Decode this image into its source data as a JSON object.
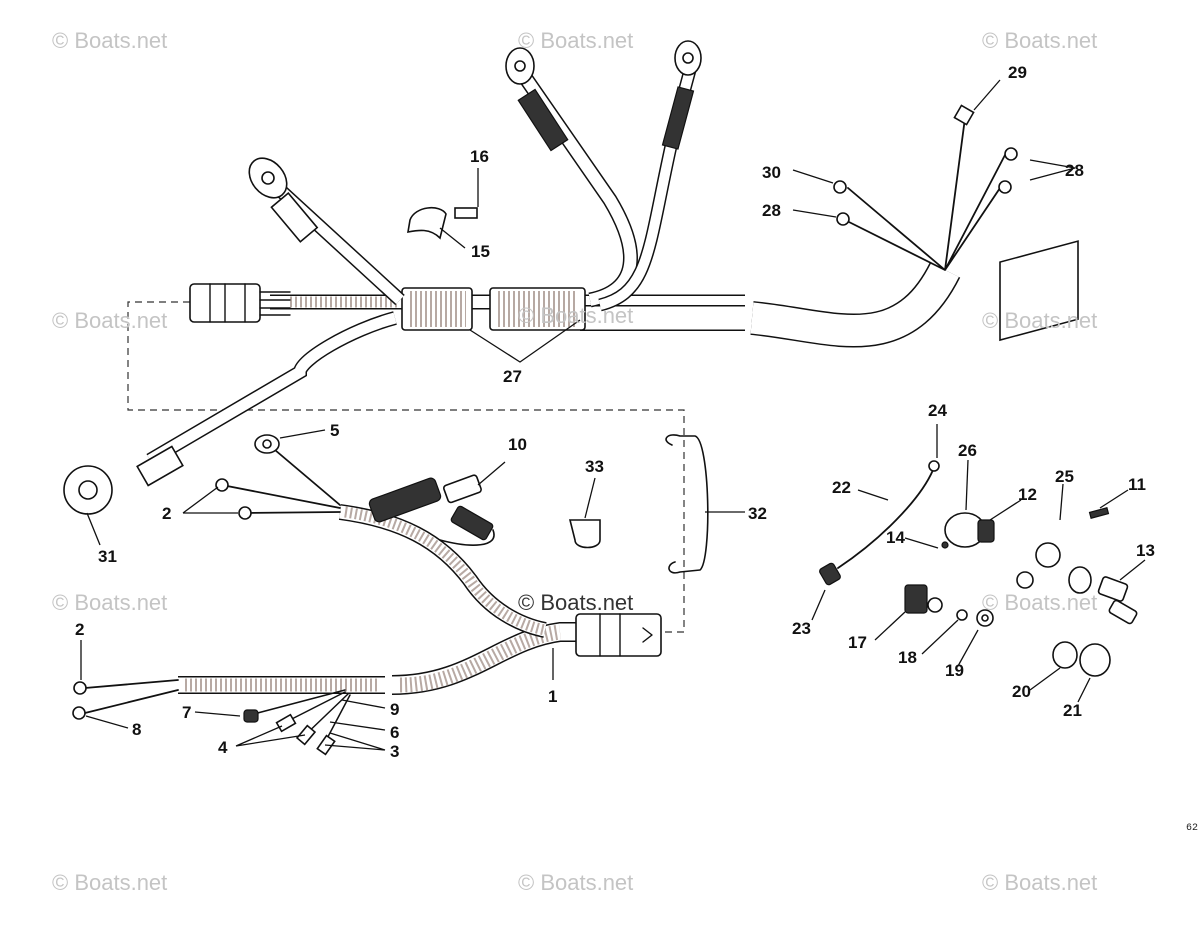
{
  "watermark": "© Boats.net",
  "image_code": "62",
  "callouts": {
    "c1": "1",
    "c2a": "2",
    "c2b": "2",
    "c3": "3",
    "c4": "4",
    "c5": "5",
    "c6": "6",
    "c7": "7",
    "c8": "8",
    "c9": "9",
    "c10": "10",
    "c11": "11",
    "c12": "12",
    "c13": "13",
    "c14": "14",
    "c15": "15",
    "c16": "16",
    "c17": "17",
    "c18": "18",
    "c19": "19",
    "c20": "20",
    "c21": "21",
    "c22": "22",
    "c23": "23",
    "c24": "24",
    "c25": "25",
    "c26": "26",
    "c27": "27",
    "c28a": "28",
    "c28b": "28",
    "c29": "29",
    "c30": "30",
    "c31": "31",
    "c32": "32",
    "c33": "33"
  }
}
